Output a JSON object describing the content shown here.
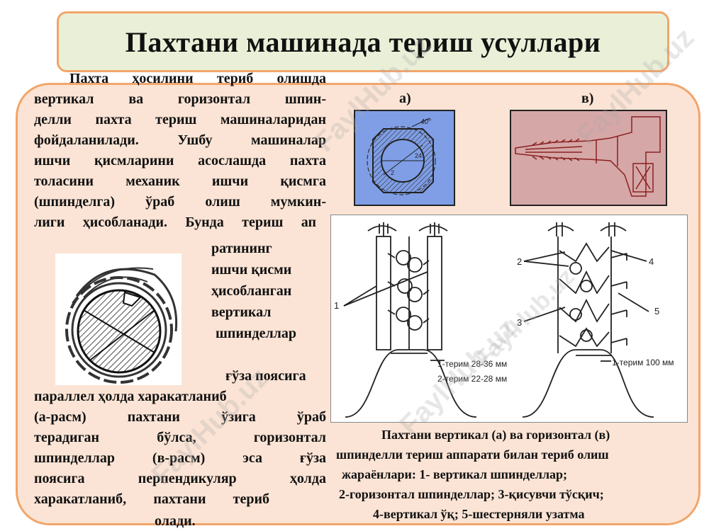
{
  "title": "Пахтани машинада териш усуллари",
  "intro_lines": [
    "Пахта ҳосилини териб олишда",
    "вертикал ва горизонтал шпин-",
    "делли пахта териш машиналаридан",
    "фойдаланилади. Ушбу машиналар",
    "ишчи қисмларини асослашда пахта",
    "толасини механик ишчи қисмга",
    "(шпинделга) ўраб олиш мумкин-",
    "лиги ҳисобланади. Бунда териш ап"
  ],
  "side_lines": [
    "ратининг",
    "ишчи қисми",
    "ҳисобланган",
    "вертикал",
    "шпинделлар"
  ],
  "lower_first": "ғўза поясига",
  "lower_lines": [
    "параллел ҳолда харакатланиб",
    "(а-расм) пахтани ўзига ўраб",
    "терадиган бўлса, горизонтал",
    "шпинделлар (в-расм) эса ғўза",
    "поясига перпендикуляр ҳолда",
    "харакатланиб, пахтани териб",
    "олади."
  ],
  "label_a": "а)",
  "label_b": "в)",
  "fig_a_annotations": {
    "angle": "40°",
    "dim1": "24",
    "dim2": "2"
  },
  "diagram": {
    "num_1": "1",
    "num_2": "2",
    "num_3": "3",
    "num_4": "4",
    "num_5": "5",
    "left_pass1": "1-терим  28-36 мм",
    "left_pass2": "2-терим 22-28 мм",
    "right_pass1": "1-терим 100 мм"
  },
  "caption_lines": [
    "Пахтани вертикал (а) ва горизонтал (в)",
    "шпинделли териш аппарати билан териб олиш",
    "жараёнлари: 1-  вертикал шпинделлар;",
    "2-горизонтал шпинделлар; 3-қисувчи тўсқич;",
    "4-вертикал ўқ; 5-шестерняли узатма"
  ],
  "watermark": "FaylHub.uz",
  "colors": {
    "title_bg": "#eaf0d8",
    "panel_bg": "#fbe4d5",
    "border": "#f2a56a",
    "fig_a_bg": "#7f9ee6",
    "fig_b_bg": "#d6a7a7"
  }
}
